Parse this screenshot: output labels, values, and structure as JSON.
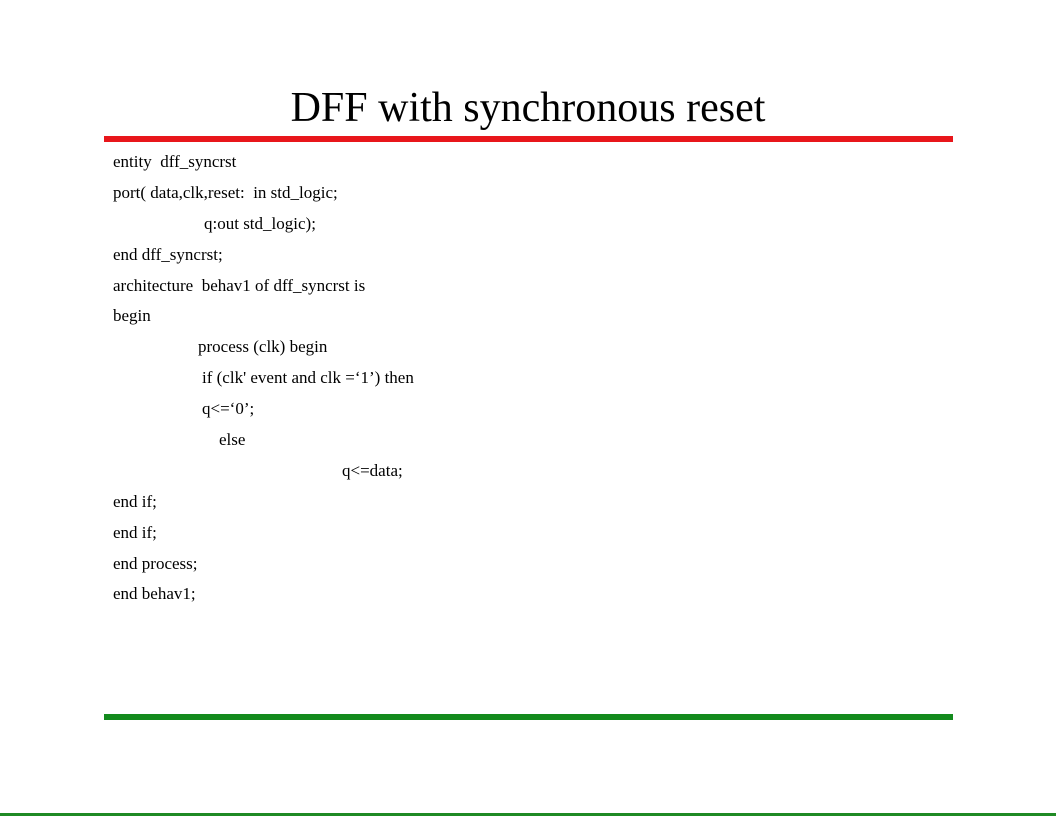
{
  "slide": {
    "title": "DFF with synchronous reset",
    "accent_top_color": "#e8161b",
    "accent_bottom_color": "#138a1d",
    "code_lines": [
      {
        "text": "entity  dff_syncrst",
        "indent": 0
      },
      {
        "text": "port( data,clk,reset:  in std_logic;",
        "indent": 0
      },
      {
        "text": "q:out std_logic);",
        "indent": 1
      },
      {
        "text": "end dff_syncrst;",
        "indent": 0
      },
      {
        "text": "architecture  behav1 of dff_syncrst is",
        "indent": 0
      },
      {
        "text": "begin",
        "indent": 0
      },
      {
        "text": "process (clk) begin",
        "indent": 2
      },
      {
        "text": "if (clk' event and clk =‘1’) then",
        "indent": 3
      },
      {
        "text": "q<=‘0’;",
        "indent": 3
      },
      {
        "text": "else",
        "indent": 4
      },
      {
        "text": "q<=data;",
        "indent": 5
      },
      {
        "text": "end if;",
        "indent": 0
      },
      {
        "text": "end if;",
        "indent": 0
      },
      {
        "text": "end process;",
        "indent": 0
      },
      {
        "text": "end behav1;",
        "indent": 0
      }
    ]
  }
}
